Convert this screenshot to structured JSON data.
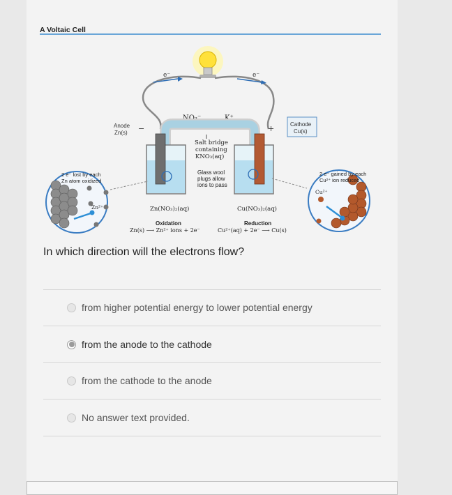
{
  "section_title": "A Voltaic Cell",
  "question": "In which direction will the electrons flow?",
  "options": [
    {
      "label": "from higher potential energy to lower potential energy",
      "selected": false
    },
    {
      "label": "from the anode to the cathode",
      "selected": true
    },
    {
      "label": "from the cathode to the anode",
      "selected": false
    },
    {
      "label": "No answer text provided.",
      "selected": false
    }
  ],
  "diagram": {
    "electron_left": "e⁻",
    "electron_right": "e⁻",
    "nitrate_ion": "NO₃⁻",
    "potassium_ion": "K⁺",
    "anode_label": "Anode",
    "anode_metal": "Zn(s)",
    "cathode_label": "Cathode",
    "cathode_metal": "Cu(s)",
    "minus_sign": "−",
    "plus_sign": "+",
    "salt_bridge_1": "Salt bridge",
    "salt_bridge_2": "containing",
    "salt_bridge_3": "KNO₃(aq)",
    "glass_wool_1": "Glass wool",
    "glass_wool_2": "plugs allow",
    "glass_wool_3": "ions to pass",
    "left_solution": "Zn(NO₃)₂(aq)",
    "right_solution": "Cu(NO₃)₂(aq)",
    "oxidation_title": "Oxidation",
    "oxidation_eq": "Zn(s) ⟶ Zn²⁺ ions + 2e⁻",
    "reduction_title": "Reduction",
    "reduction_eq": "Cu²⁺(aq) + 2e⁻ ⟶ Cu(s)",
    "left_note_1": "2 e⁻ lost by each",
    "left_note_2": "Zn atom oxidized",
    "left_ion": "Zn²⁺",
    "right_note_1": "2 e⁻ gained by each",
    "right_note_2": "Cu²⁺ ion reduced",
    "right_ion": "Cu²⁺"
  }
}
